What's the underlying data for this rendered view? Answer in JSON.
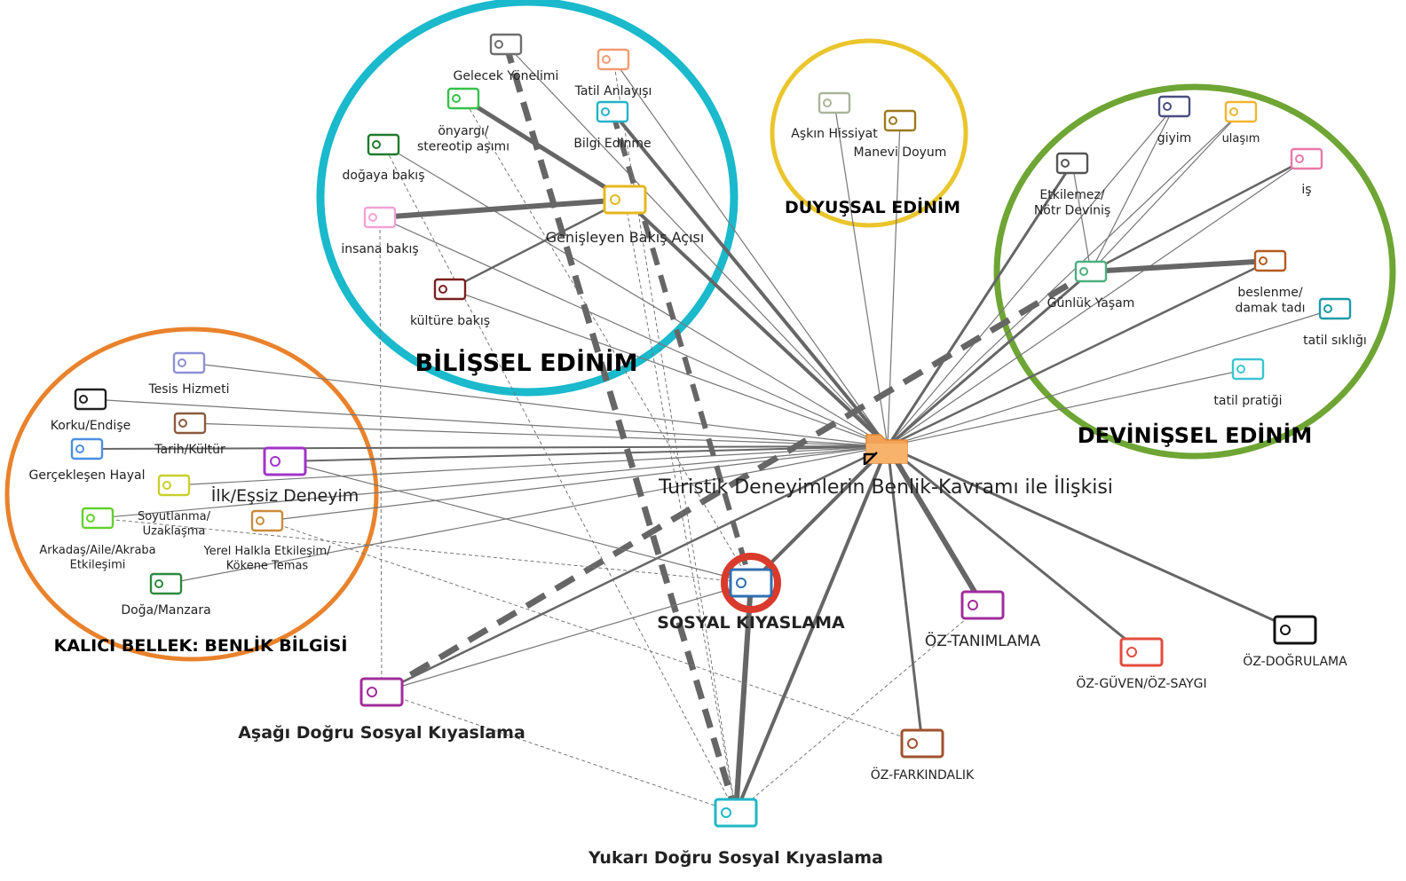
{
  "diagram": {
    "central_title": "Turistik Deneyimlerin Benlik-Kavramı ile İlişkisi",
    "central_icon": "folder-shortcut-icon",
    "group_titles": {
      "bilissel": "BİLİŞSEL EDİNİM",
      "duyussal": "DUYUŞSAL EDİNİM",
      "devinissel": "DEVİNİŞSEL EDİNİM",
      "kalici": "KALICI BELLEK: BENLİK BİLGİSİ"
    },
    "group_colors": {
      "bilissel": "#1ab9cc",
      "duyussal": "#eac52c",
      "devinissel": "#6ea534",
      "kalici": "#e9822c",
      "highlight": "#d93a2b"
    },
    "codes": {
      "gelecek": "Gelecek Yönelimi",
      "tatil_anlayisi": "Tatil Anlayışı",
      "onyargi": "önyargı/\nstereotip aşımı",
      "bilgi_edinme": "Bilgi Edinme",
      "dogaya_bakis": "doğaya bakış",
      "genisleyen": "Genişleyen Bakış Açısı",
      "insana_bakis": "insana bakış",
      "kulture_bakis": "kültüre bakış",
      "askin": "Aşkın Hissiyat",
      "manevi": "Manevi Doyum",
      "giyim": "giyim",
      "ulasim": "ulaşım",
      "etkilemez": "Etkilemez/\nNötr Deviniş",
      "is": "iş",
      "gunluk": "Günlük Yaşam",
      "beslenme": "beslenme/\ndamak tadı",
      "tatil_sikligi": "tatil sıklığı",
      "tatil_pratigi": "tatil pratiği",
      "tesis": "Tesis Hizmeti",
      "korku": "Korku/Endişe",
      "tarih": "Tarih/Kültür",
      "gerceklesen": "Gerçekleşen Hayal",
      "ilk": "İlk/Eşsiz Deneyim",
      "soyutlanma": "Soyutlanma/\nUzaklaşma",
      "arkadas": "Arkadaş/Aile/Akraba\nEtkileşimi",
      "yerel": "Yerel Halkla Etkileşim/\nKökene Temas",
      "doga": "Doğa/Manzara",
      "sosyal": "SOSYAL KIYASLAMA",
      "asagi": "Aşağı Doğru Sosyal Kıyaslama",
      "yukari": "Yukarı Doğru Sosyal Kıyaslama",
      "oz_tanimlama": "ÖZ-TANIMLAMA",
      "oz_guven": "ÖZ-GÜVEN/ÖZ-SAYGI",
      "oz_dogrulama": "ÖZ-DOĞRULAMA",
      "oz_farkindalik": "ÖZ-FARKINDALIK"
    },
    "code_colors": {
      "gelecek": "#6e6e6e",
      "tatil_anlayisi": "#f29b72",
      "onyargi": "#34c24a",
      "bilgi_edinme": "#23b2c9",
      "dogaya_bakis": "#1f7a2c",
      "genisleyen": "#e6b81e",
      "insana_bakis": "#f0a3d6",
      "kulture_bakis": "#7a1f1f",
      "askin": "#a9b59b",
      "manevi": "#9c7a1e",
      "giyim": "#4a4f82",
      "ulasim": "#f2b42c",
      "etkilemez": "#555555",
      "is": "#e879a7",
      "gunluk": "#4caf7d",
      "beslenme": "#b35a1f",
      "tatil_sikligi": "#1a9aa8",
      "tatil_pratigi": "#3cc4d4",
      "tesis": "#8d8fd6",
      "korku": "#222222",
      "tarih": "#8c5a3c",
      "gerceklesen": "#4a90e2",
      "ilk": "#a234c8",
      "soyutlanma": "#c9cf2c",
      "arkadas": "#63d12e",
      "yerel": "#c98b3a",
      "doga": "#2b8a3e",
      "sosyal": "#2f6fb0",
      "asagi": "#a02c9c",
      "yukari": "#1fb7c7",
      "oz_tanimlama": "#a02c9c",
      "oz_guven": "#e34b3c",
      "oz_dogrulama": "#111111",
      "oz_farkindalik": "#a0522d"
    }
  }
}
